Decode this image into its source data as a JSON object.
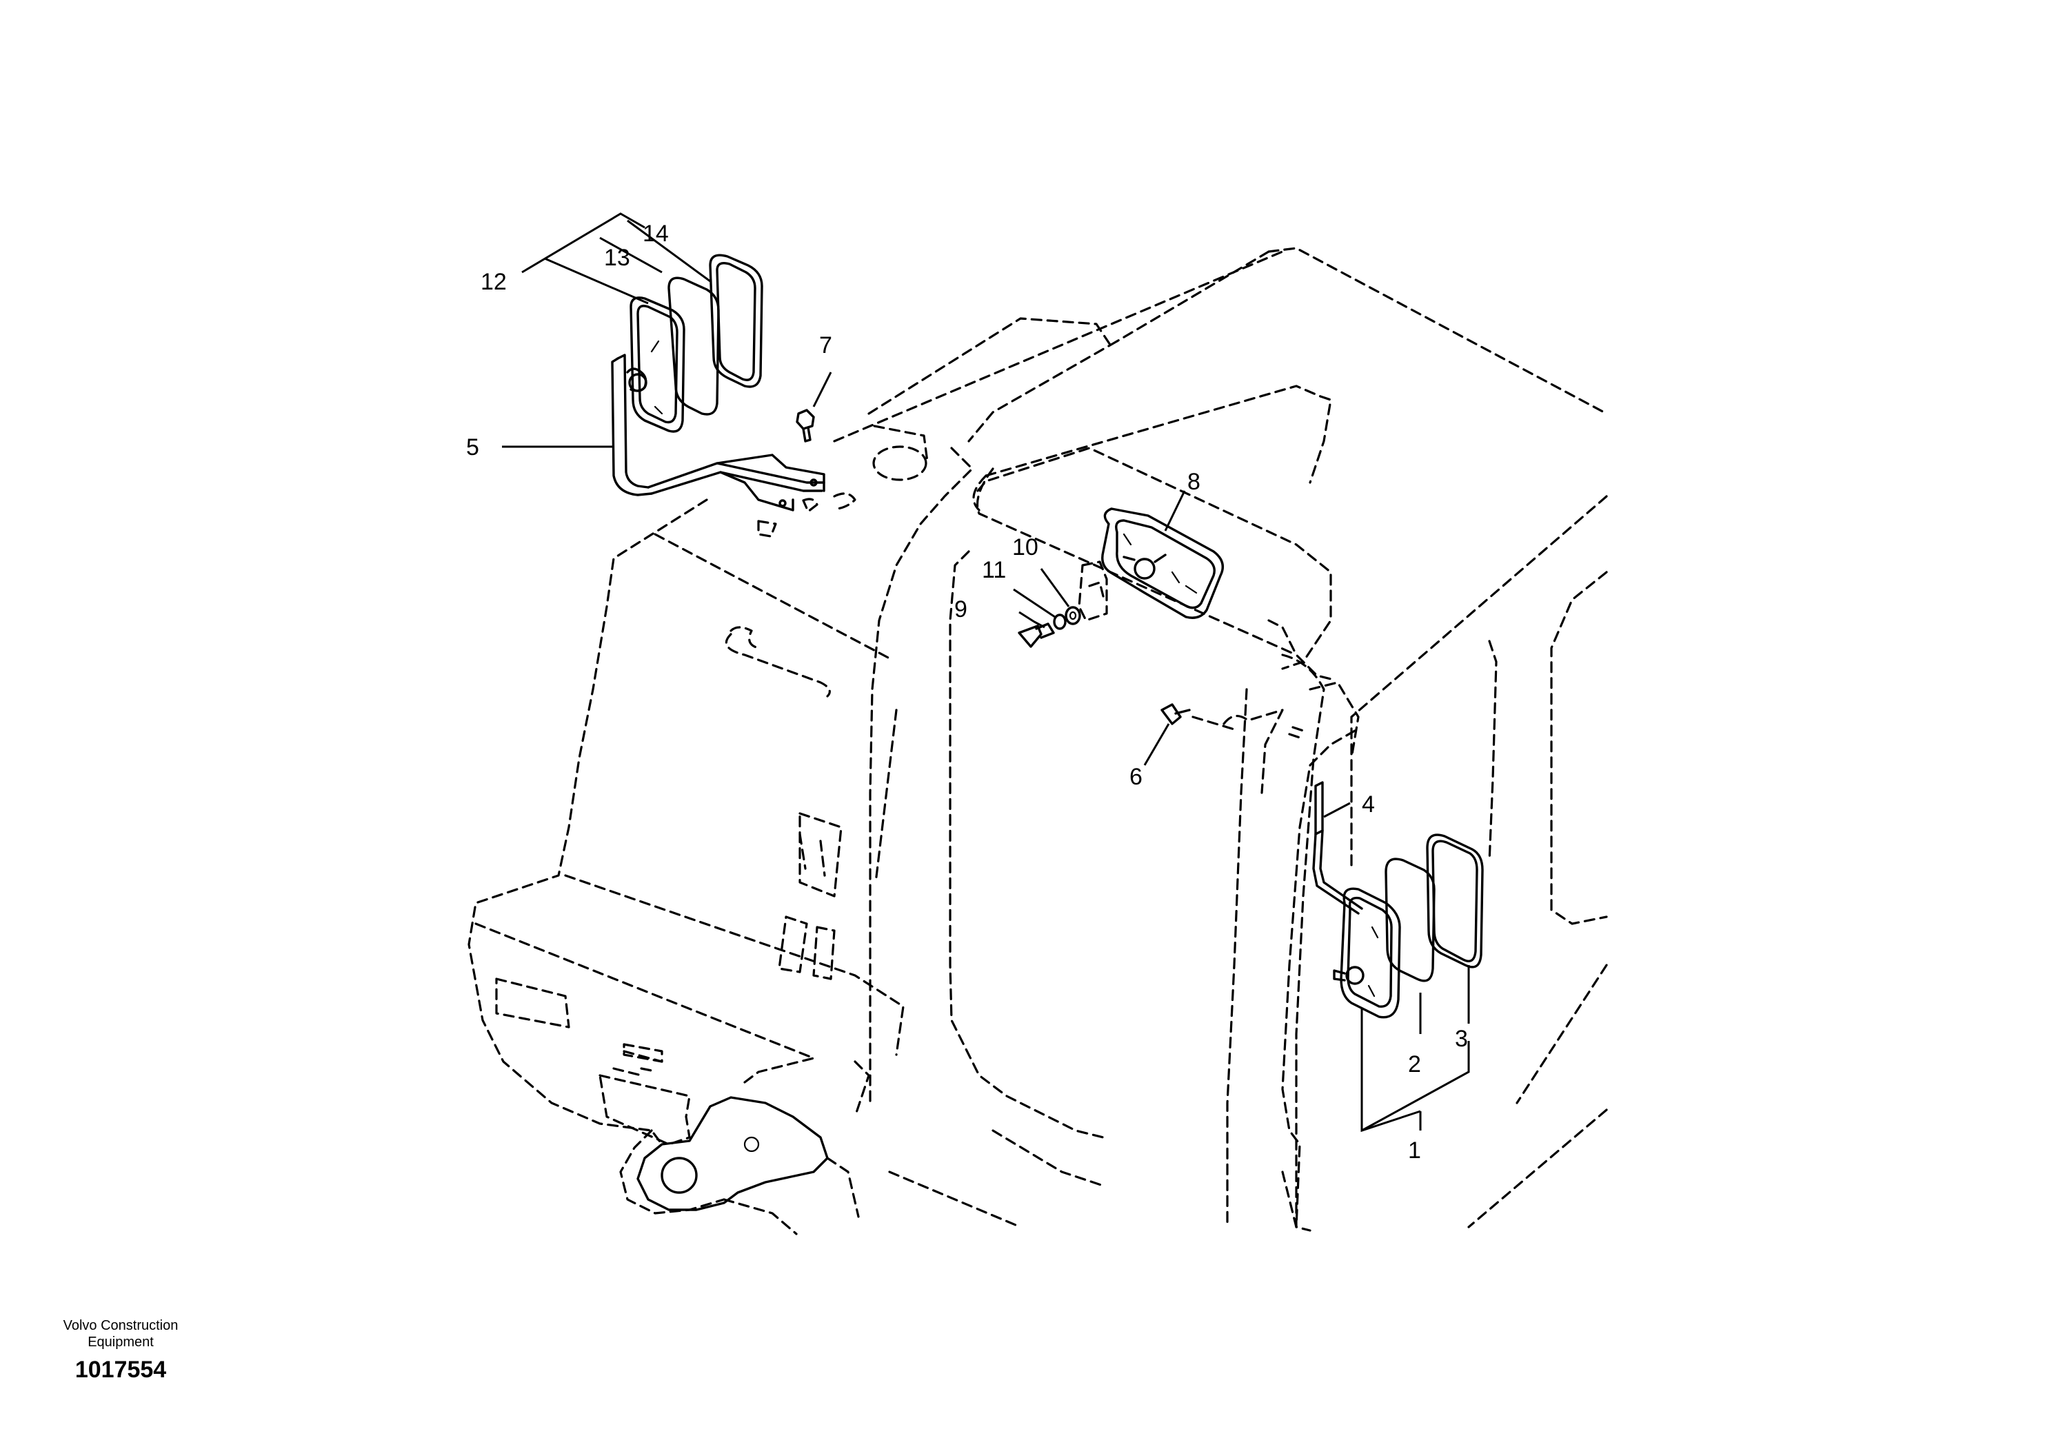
{
  "callouts": {
    "c1": "1",
    "c2": "2",
    "c3": "3",
    "c4": "4",
    "c5": "5",
    "c6": "6",
    "c7": "7",
    "c8": "8",
    "c9": "9",
    "c10": "10",
    "c11": "11",
    "c12": "12",
    "c13": "13",
    "c14": "14"
  },
  "footer": {
    "brand_line1": "Volvo Construction",
    "brand_line2": "Equipment",
    "drawing_number": "1017554"
  }
}
